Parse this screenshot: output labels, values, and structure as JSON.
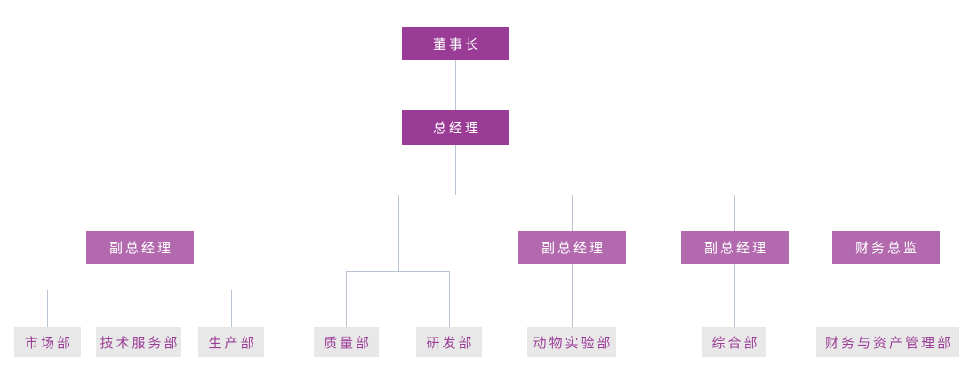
{
  "diagram": {
    "type": "org-chart",
    "nodes": {
      "chairman": {
        "label": "董事长"
      },
      "general_manager": {
        "label": "总经理"
      },
      "vice_gm_1": {
        "label": "副总经理"
      },
      "vice_gm_2": {
        "label": "副总经理"
      },
      "vice_gm_3": {
        "label": "副总经理"
      },
      "finance_director": {
        "label": "财务总监"
      },
      "market_dept": {
        "label": "市场部"
      },
      "tech_service_dept": {
        "label": "技术服务部"
      },
      "production_dept": {
        "label": "生产部"
      },
      "quality_dept": {
        "label": "质量部"
      },
      "rnd_dept": {
        "label": "研发部"
      },
      "animal_lab_dept": {
        "label": "动物实验部"
      },
      "general_dept": {
        "label": "综合部"
      },
      "finance_asset_dept": {
        "label": "财务与资产管理部"
      }
    },
    "edges": [
      [
        "chairman",
        "general_manager"
      ],
      [
        "general_manager",
        "vice_gm_1"
      ],
      [
        "general_manager",
        "quality_dept"
      ],
      [
        "general_manager",
        "rnd_dept"
      ],
      [
        "general_manager",
        "vice_gm_2"
      ],
      [
        "general_manager",
        "vice_gm_3"
      ],
      [
        "general_manager",
        "finance_director"
      ],
      [
        "vice_gm_1",
        "market_dept"
      ],
      [
        "vice_gm_1",
        "tech_service_dept"
      ],
      [
        "vice_gm_1",
        "production_dept"
      ],
      [
        "vice_gm_2",
        "animal_lab_dept"
      ],
      [
        "vice_gm_3",
        "general_dept"
      ],
      [
        "finance_director",
        "finance_asset_dept"
      ]
    ],
    "palette": {
      "executive_box": "#9a3c96",
      "manager_box": "#b269ae",
      "department_box": "#e8e8e8",
      "department_text": "#9c3e97",
      "executive_text": "#ffffff",
      "connector_line": "#b9c6d2",
      "background": "#ffffff"
    }
  }
}
